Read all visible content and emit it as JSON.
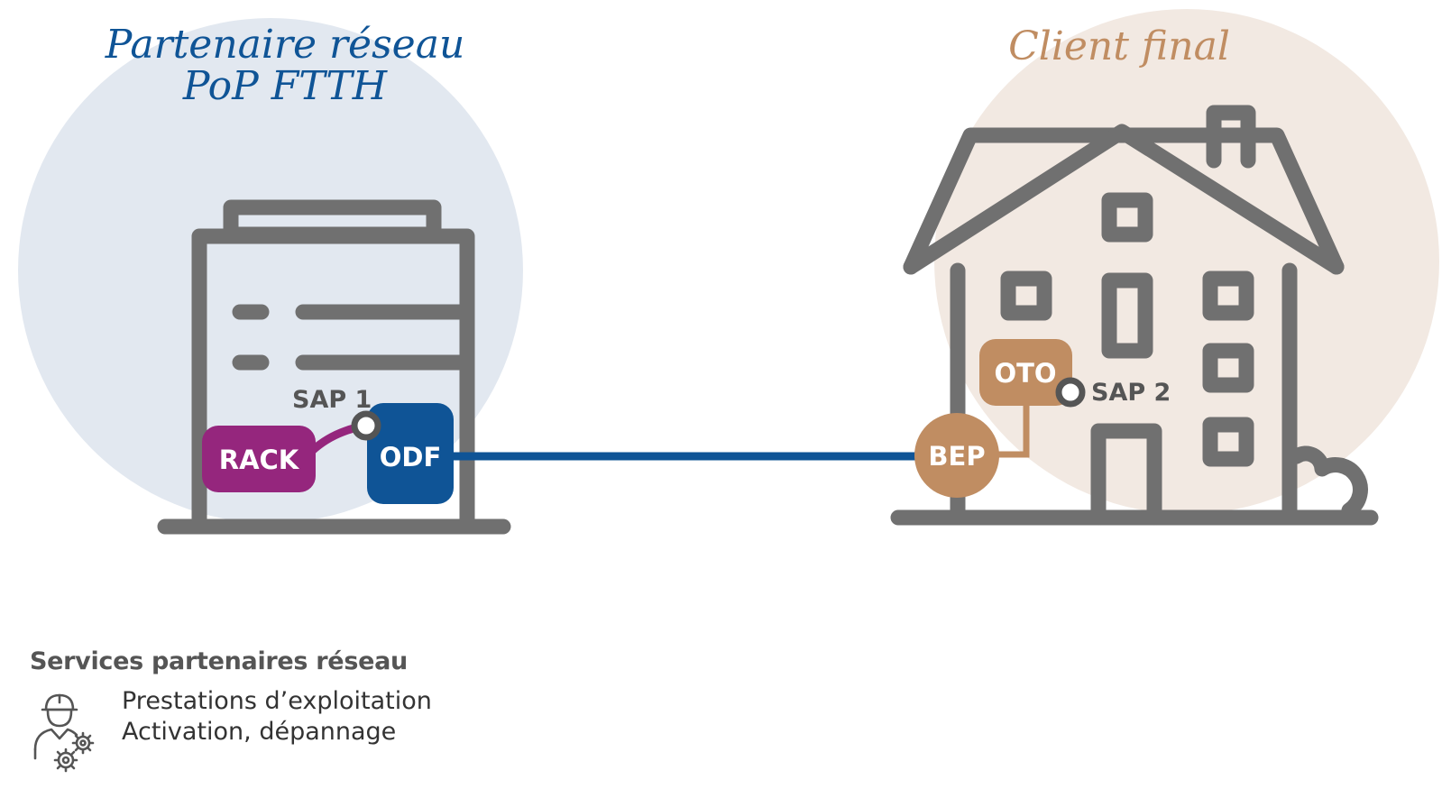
{
  "left_site": {
    "title_line1": "Partenaire réseau",
    "title_line2": "PoP FTTH",
    "title_color": "#0f5496",
    "bg_color": "#e2e8f0"
  },
  "right_site": {
    "title": "Client final",
    "title_color": "#c08d62",
    "bg_color": "#f2e9e2"
  },
  "nodes": {
    "rack": {
      "label": "RACK",
      "color": "#95267d"
    },
    "odf": {
      "label": "ODF",
      "color": "#0f5496"
    },
    "bep": {
      "label": "BEP",
      "color": "#c08d62"
    },
    "oto": {
      "label": "OTO",
      "color": "#c08d62"
    },
    "sap1": {
      "label": "SAP 1"
    },
    "sap2": {
      "label": "SAP 2"
    }
  },
  "colors": {
    "outline": "#707070",
    "link": "#0f5496"
  },
  "services": {
    "heading": "Services partenaires réseau",
    "lines": [
      "Prestations d’exploitation",
      "Activation, dépannage"
    ],
    "icon": "technician-gears-icon"
  }
}
